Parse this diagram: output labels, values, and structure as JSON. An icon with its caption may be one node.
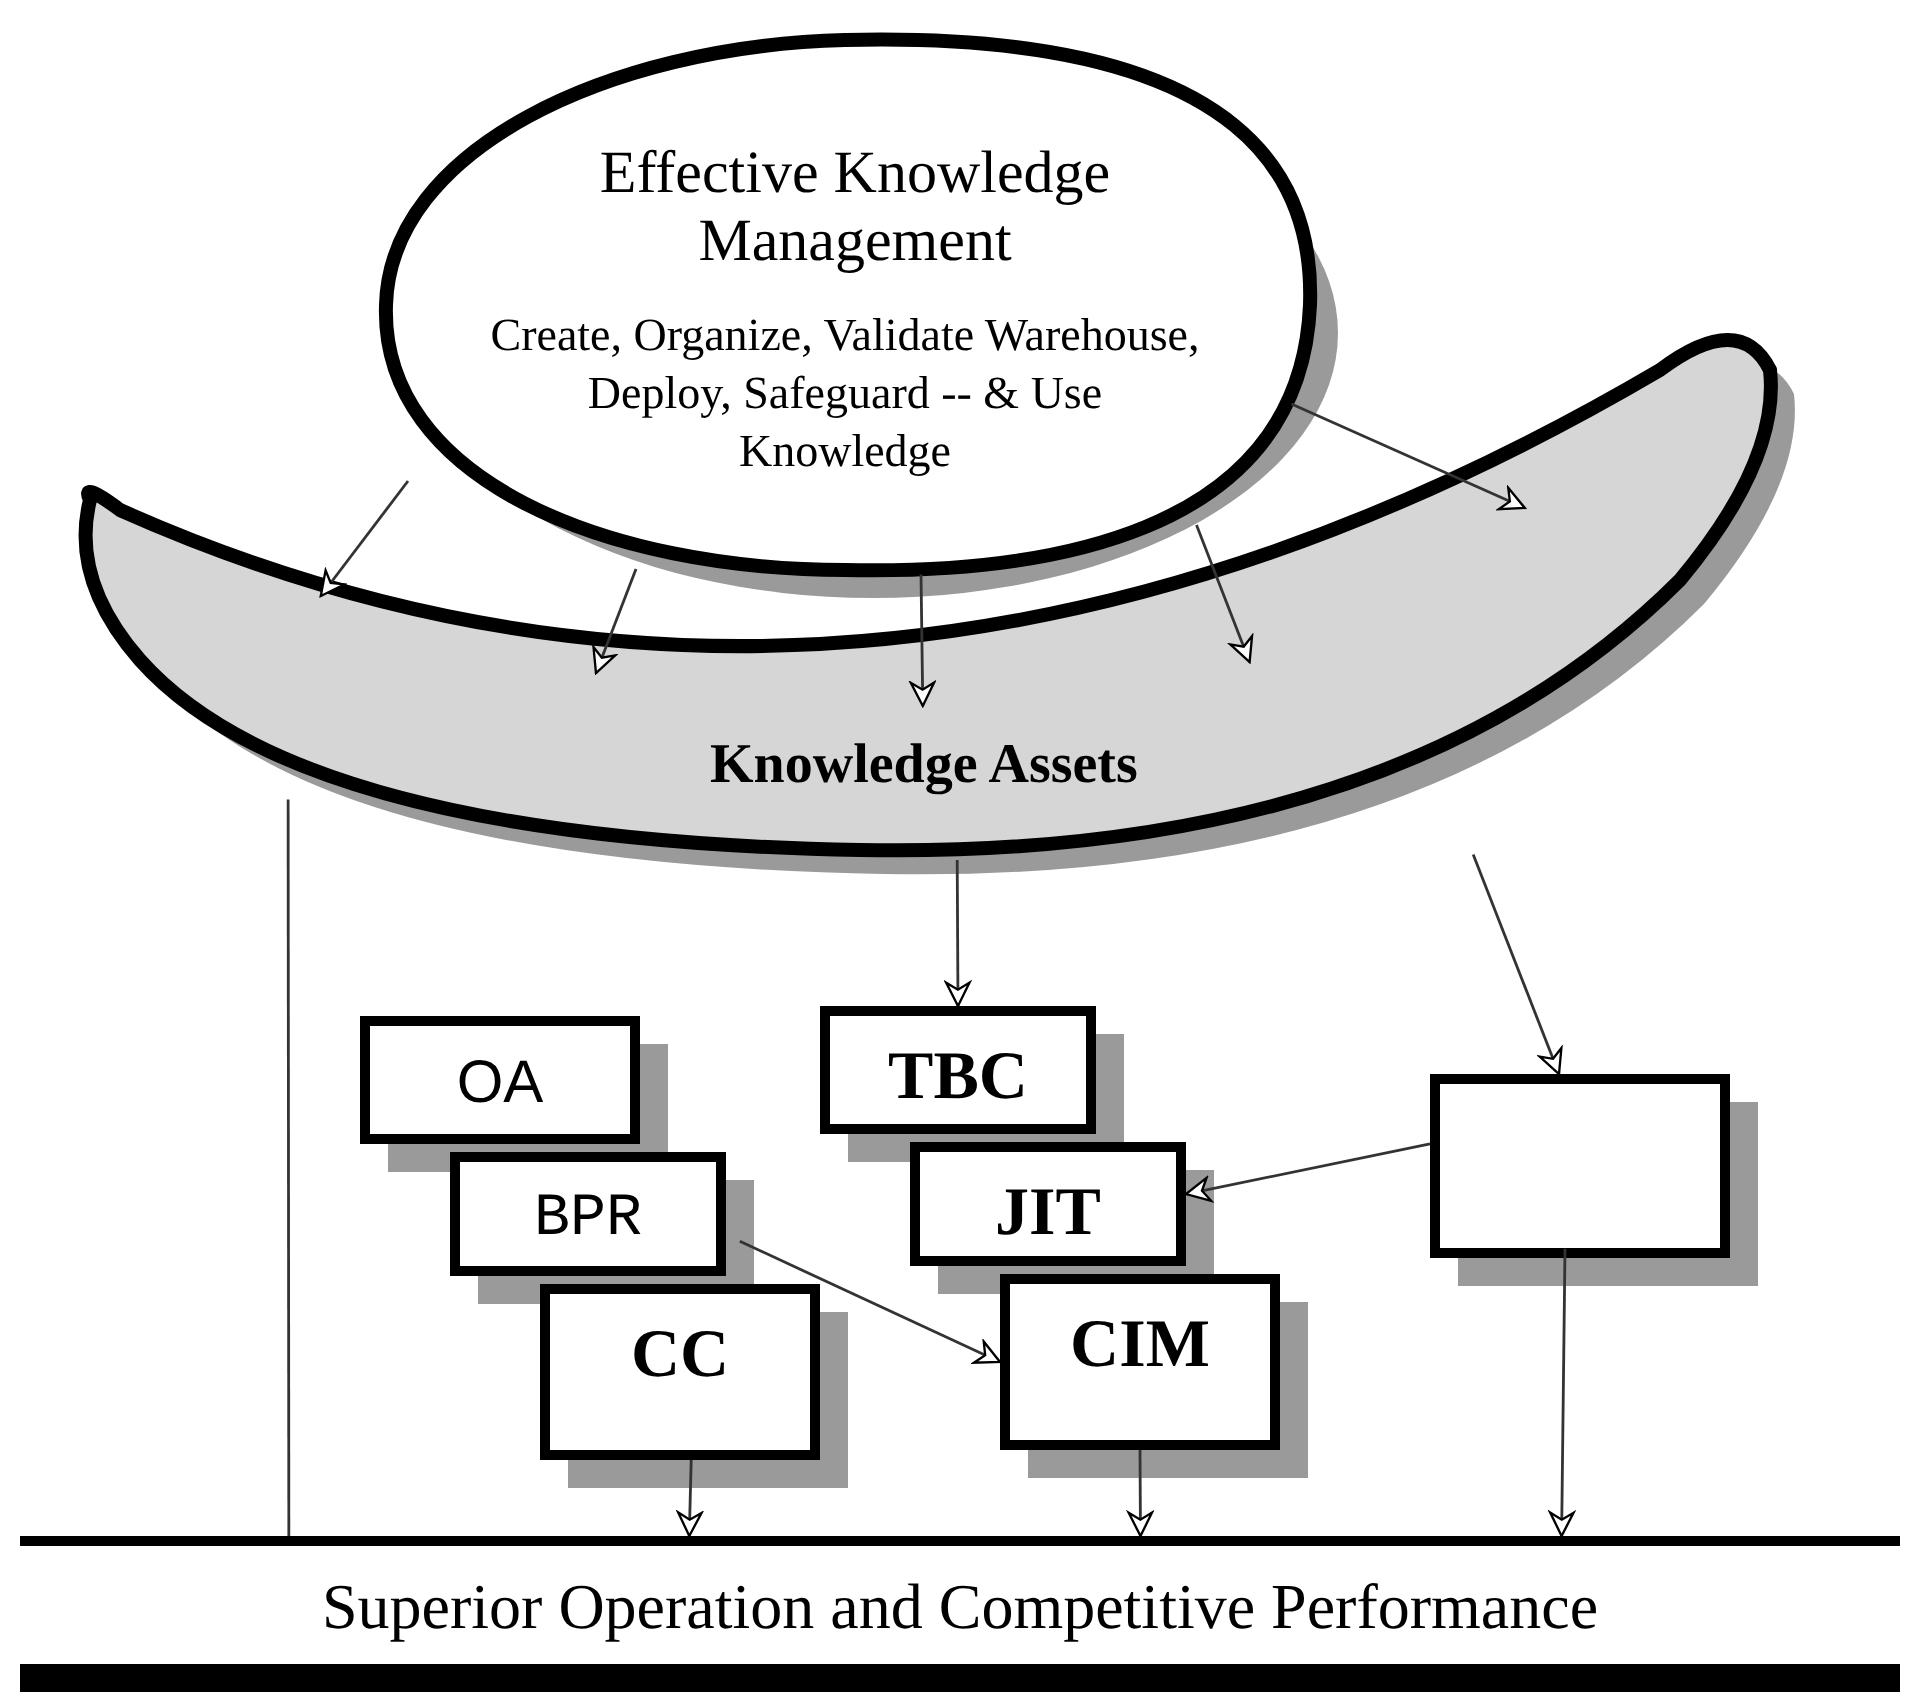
{
  "diagram": {
    "nodes": [
      {
        "text": [
          "Effective Knowledge Management",
          "Create, Organize, Validate Warehouse, Deploy, Safeguard -- & Use Knowledge"
        ]
      },
      {
        "text": [
          "Knowledge Assets"
        ]
      },
      {
        "text": [
          "OA"
        ]
      },
      {
        "text": [
          "BPR"
        ]
      },
      {
        "text": [
          "CC"
        ]
      },
      {
        "text": [
          "TBC"
        ]
      },
      {
        "text": [
          "JIT"
        ]
      },
      {
        "text": [
          "CIM"
        ]
      },
      {
        "text": [],
        "shape": "box"
      },
      {
        "text": [
          "Superior Operation and Competitive Performance"
        ]
      }
    ],
    "edges": [
      {
        "from": 0,
        "to": 1,
        "arrow": "to"
      },
      {
        "from": 0,
        "to": 1,
        "arrow": "to"
      },
      {
        "from": 0,
        "to": 1,
        "arrow": "to"
      },
      {
        "from": 0,
        "to": 1,
        "arrow": "to"
      },
      {
        "from": 0,
        "to": 1,
        "arrow": "to"
      },
      {
        "from": 1,
        "to": 5,
        "arrow": "to"
      },
      {
        "from": 1,
        "to": 8,
        "arrow": "to"
      },
      {
        "from": 1,
        "to": 9,
        "arrow": "none"
      },
      {
        "from": 3,
        "to": 7,
        "arrow": "to"
      },
      {
        "from": 8,
        "to": 6,
        "arrow": "to"
      },
      {
        "from": 8,
        "to": 9,
        "arrow": "to"
      },
      {
        "from": 4,
        "to": 9,
        "arrow": "to"
      },
      {
        "from": 7,
        "to": 9,
        "arrow": "to"
      }
    ]
  }
}
